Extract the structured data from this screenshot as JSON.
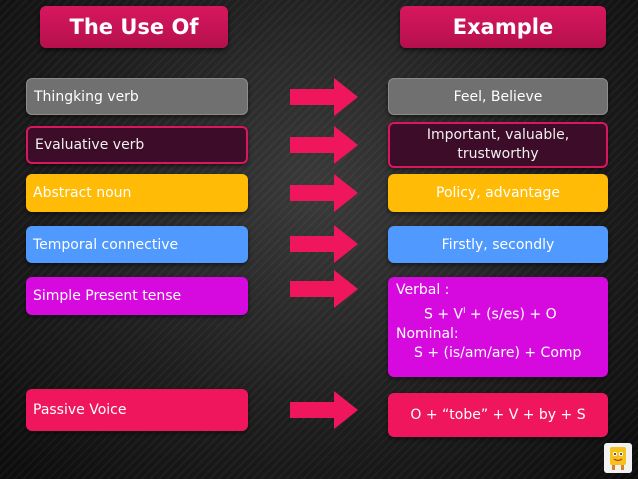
{
  "headers": {
    "left": "The Use Of",
    "right": "Example"
  },
  "rows": [
    {
      "term": "Thingking verb",
      "example": "Feel, Believe"
    },
    {
      "term": "Evaluative verb",
      "example_line1": "Important, valuable,",
      "example_line2": "trustworthy"
    },
    {
      "term": "Abstract noun",
      "example": "Policy, advantage"
    },
    {
      "term": "Temporal connective",
      "example": "Firstly, secondly"
    },
    {
      "term": "Simple Present tense",
      "verbal_label": "Verbal :",
      "verbal_formula_pre": "S + V",
      "verbal_sup": "I",
      "verbal_formula_post": " + (s/es) + O",
      "nominal_label": "Nominal:",
      "nominal_formula": "S + (is/am/are) + Comp"
    },
    {
      "term": "Passive Voice",
      "example": "O + “tobe” + V + by + S"
    }
  ],
  "colors": {
    "header": "#d8175f",
    "arrow": "#f0165e",
    "gray": "#707070",
    "plum": "#3c0c28",
    "orange": "#ffbb05",
    "blue": "#4f99ff",
    "magenta": "#d60adf",
    "pink": "#f0165e"
  },
  "icons": {
    "arrow": "right-arrow-icon",
    "logo": "ppt-character-logo"
  }
}
